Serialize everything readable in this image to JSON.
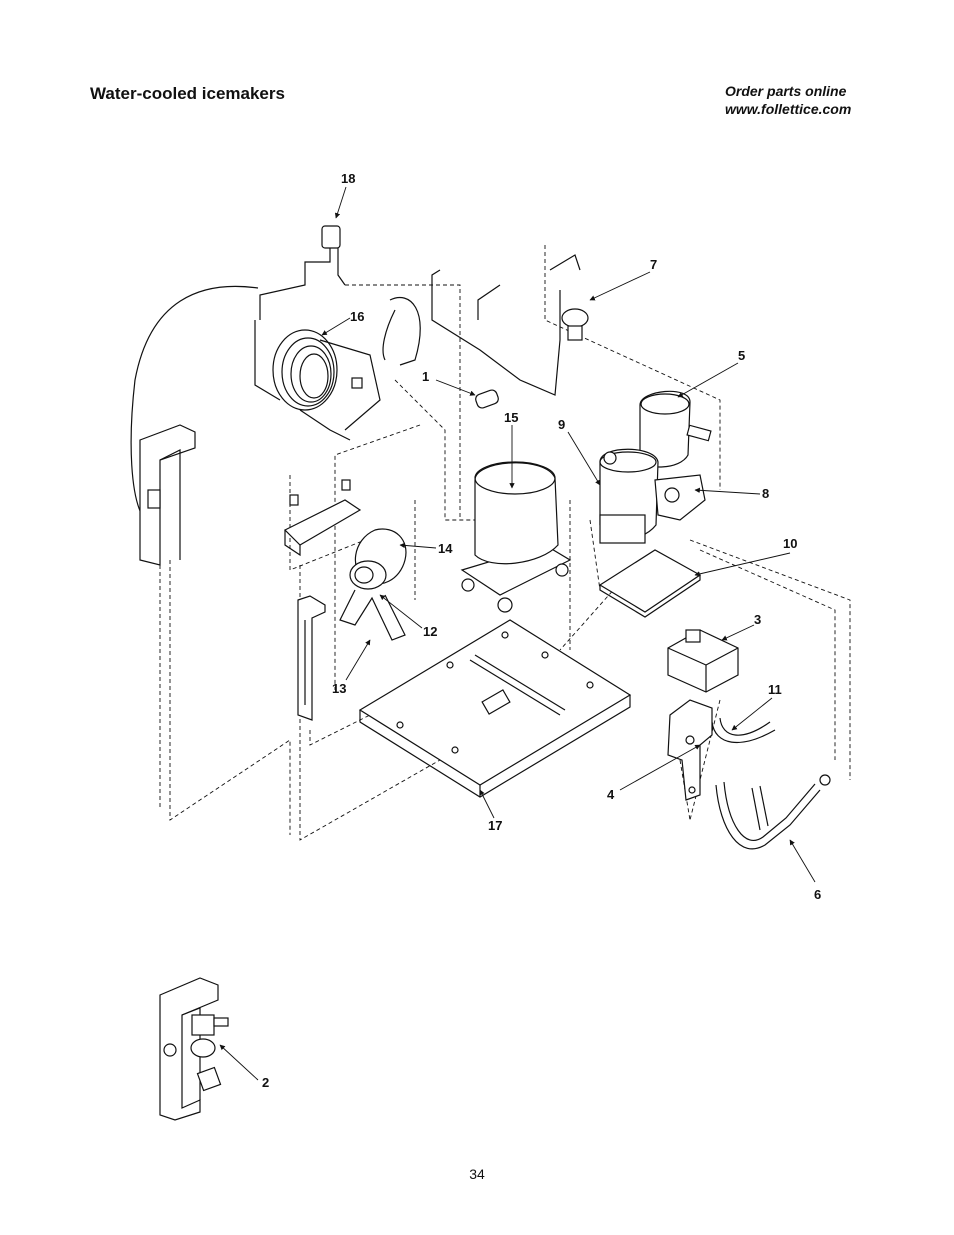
{
  "header": {
    "title": "Water-cooled icemakers",
    "order_line1": "Order parts online",
    "order_line2": "www.follettice.com"
  },
  "callouts": {
    "c1": "1",
    "c2": "2",
    "c3": "3",
    "c4": "4",
    "c5": "5",
    "c6": "6",
    "c7": "7",
    "c8": "8",
    "c9": "9",
    "c10": "10",
    "c11": "11",
    "c12": "12",
    "c13": "13",
    "c14": "14",
    "c15": "15",
    "c16": "16",
    "c17": "17",
    "c18": "18"
  },
  "footer": {
    "page_number": "34"
  }
}
